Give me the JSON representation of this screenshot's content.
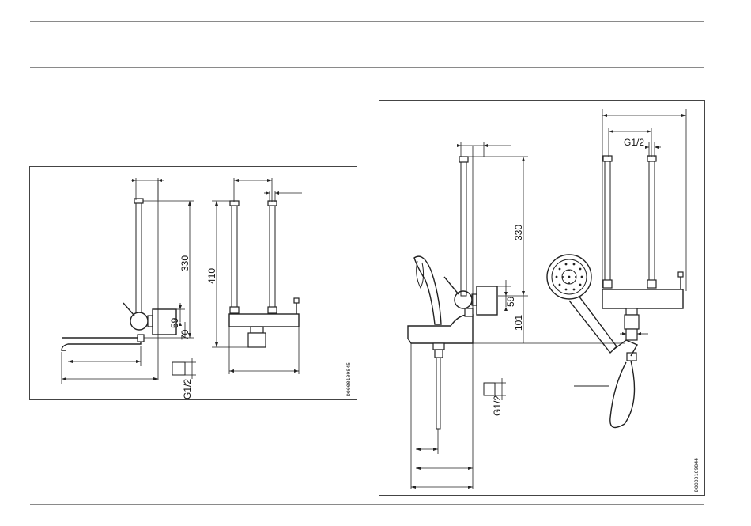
{
  "drawing_left": {
    "dims": {
      "height_main": "330",
      "height_side": "410",
      "offset_a": "59",
      "offset_b": "70",
      "thread": "G1/2"
    },
    "code": "D0000109845"
  },
  "drawing_right": {
    "dims": {
      "height_main": "330",
      "offset_a": "59",
      "offset_b": "101",
      "thread_top": "G1/2",
      "thread_bottom": "G1/2"
    },
    "code": "D0000109844"
  }
}
